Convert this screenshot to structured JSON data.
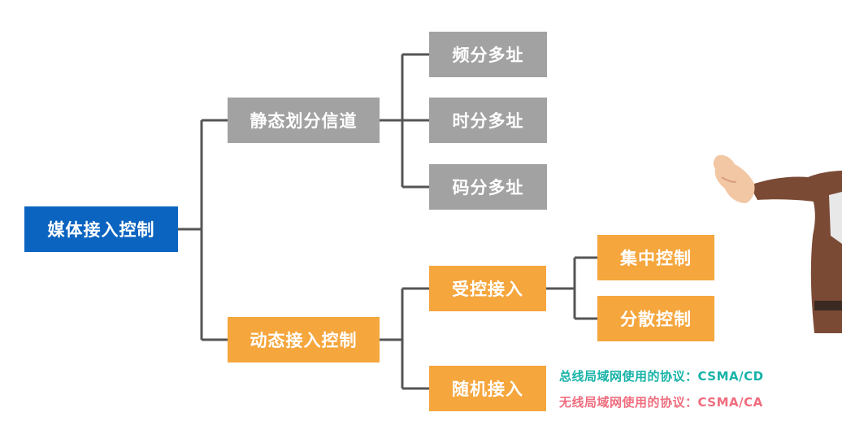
{
  "diagram": {
    "root": "媒体接入控制",
    "static": {
      "label": "静态划分信道",
      "children": [
        "频分多址",
        "时分多址",
        "码分多址"
      ]
    },
    "dynamic": {
      "label": "动态接入控制",
      "controlled": {
        "label": "受控接入",
        "children": [
          "集中控制",
          "分散控制"
        ]
      },
      "random": {
        "label": "随机接入"
      }
    }
  },
  "notes": {
    "wired": "总线局域网使用的协议：CSMA/CD",
    "wireless": "无线局域网使用的协议：CSMA/CA"
  },
  "colors": {
    "root": "#0b64c0",
    "gray": "#a2a2a2",
    "orange": "#f5a63d",
    "connector": "#555555",
    "note_wired": "#18b3a8",
    "note_wireless": "#ef6d7e"
  }
}
